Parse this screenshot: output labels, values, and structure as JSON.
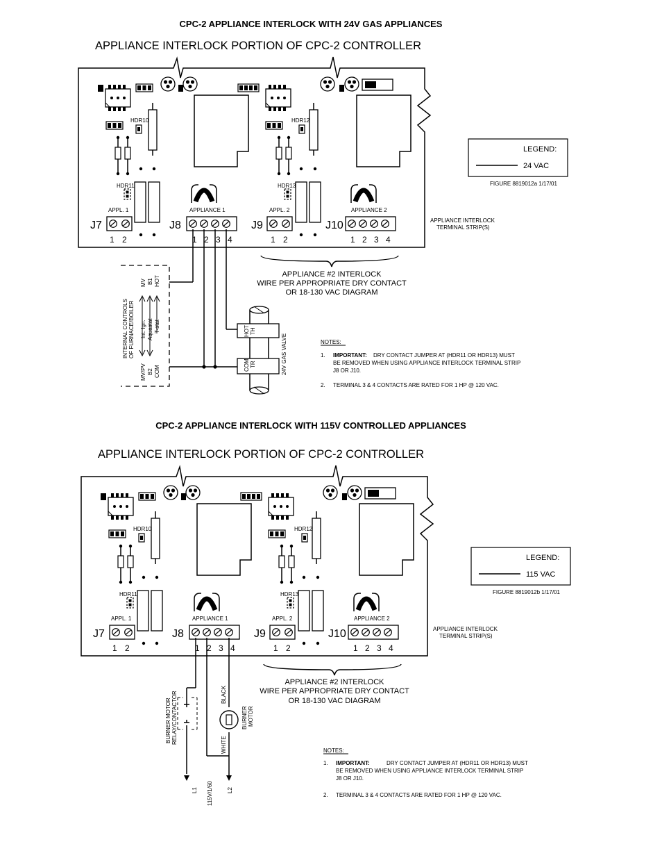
{
  "top": {
    "title": "CPC-2 APPLIANCE INTERLOCK WITH 24V GAS APPLIANCES",
    "subtitle": "APPLIANCE INTERLOCK PORTION OF CPC-2 CONTROLLER",
    "board": {
      "hdr10": "HDR10",
      "hdr11": "HDR11",
      "hdr12": "HDR12",
      "hdr13": "HDR13",
      "appl1": "APPL. 1",
      "appliance1": "APPLIANCE 1",
      "appl2": "APPL. 2",
      "appliance2": "APPLIANCE 2",
      "j7": "J7",
      "j8": "J8",
      "j9": "J9",
      "j10": "J10",
      "t1": "1",
      "t2": "2",
      "t3": "3",
      "t4": "4"
    },
    "legend": {
      "title": "LEGEND:",
      "line": "24 VAC",
      "figure": "FIGURE 8819012a  1/17/01"
    },
    "strip_label": [
      "APPLIANCE INTERLOCK",
      "TERMINAL STRIP(S)"
    ],
    "appliance2_note": [
      "APPLIANCE #2 INTERLOCK",
      "WIRE PER APPROPRIATE DRY CONTACT",
      "OR 18-130 VAC DIAGRAM"
    ],
    "internal": {
      "label": [
        "INTERNAL CONTROLS",
        "OF FURNACE/BOILER"
      ],
      "mv": "MV",
      "b1": "B1",
      "hot": "HOT",
      "ign": "Int. Ign.",
      "aquastat": "Aquastat",
      "tstat": "T-stat",
      "mvpv": "MV/PV",
      "b2": "B2",
      "com": "COM"
    },
    "gas_valve": {
      "hot": "HOT",
      "th": "TH",
      "com": "COM",
      "tr": "TR",
      "label": "24V GAS VALVE"
    },
    "notes": {
      "title": "NOTES:",
      "n1_num": "1.",
      "n1_bold": "IMPORTANT:",
      "n1_l1": "DRY CONTACT JUMPER AT (HDR11 OR HDR13) MUST",
      "n1_l2": "BE REMOVED WHEN USING APPLIANCE INTERLOCK TERMINAL STRIP",
      "n1_l3": "J8 OR J10.",
      "n2_num": "2.",
      "n2": "TERMINAL 3 & 4 CONTACTS ARE RATED FOR 1 HP @ 120 VAC."
    }
  },
  "bottom": {
    "title": "CPC-2 APPLIANCE INTERLOCK WITH 115V CONTROLLED APPLIANCES",
    "subtitle": "APPLIANCE INTERLOCK PORTION OF CPC-2 CONTROLLER",
    "board": {
      "hdr10": "HDR10",
      "hdr11": "HDR11",
      "hdr12": "HDR12",
      "hdr13": "HDR13",
      "appl1": "APPL. 1",
      "appliance1": "APPLIANCE 1",
      "appl2": "APPL. 2",
      "appliance2": "APPLIANCE 2",
      "j7": "J7",
      "j8": "J8",
      "j9": "J9",
      "j10": "J10",
      "t1": "1",
      "t2": "2",
      "t3": "3",
      "t4": "4"
    },
    "legend": {
      "title": "LEGEND:",
      "line": "115 VAC",
      "figure": "FIGURE 8819012b  1/17/01"
    },
    "strip_label": [
      "APPLIANCE INTERLOCK",
      "TERMINAL STRIP(S)"
    ],
    "appliance2_note": [
      "APPLIANCE #2 INTERLOCK",
      "WIRE PER APPROPRIATE DRY CONTACT",
      "OR 18-130 VAC DIAGRAM"
    ],
    "motor": {
      "relay": [
        "BURNER MOTOR",
        "RELAY/CONTACTOR"
      ],
      "black": "BLACK",
      "white": "WHITE",
      "burner": [
        "BURNER",
        "MOTOR"
      ],
      "l1": "L1",
      "l2": "L2",
      "supply": "115V/1/60"
    },
    "notes": {
      "title": "NOTES:",
      "n1_num": "1.",
      "n1_bold": "IMPORTANT:",
      "n1_l1": "DRY CONTACT JUMPER AT (HDR11 OR HDR13) MUST",
      "n1_l2": "BE REMOVED WHEN USING APPLIANCE INTERLOCK TERMINAL STRIP",
      "n1_l3": "J8 OR J10.",
      "n2_num": "2.",
      "n2": "TERMINAL 3 & 4 CONTACTS ARE RATED FOR 1 HP @ 120 VAC."
    }
  }
}
